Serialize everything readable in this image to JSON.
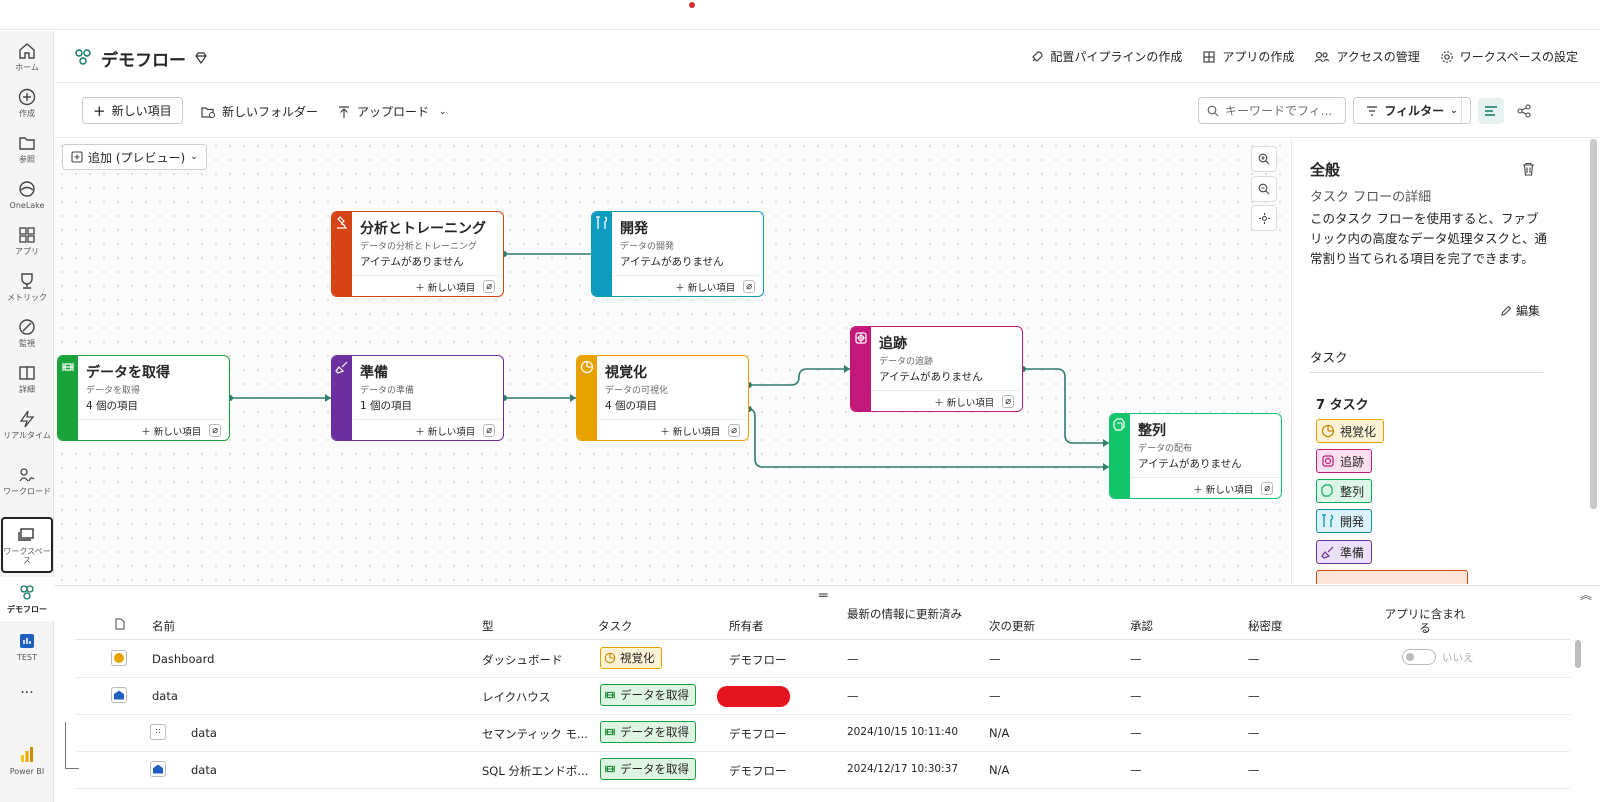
{
  "rail": [
    {
      "label": "ホーム",
      "icon": "home-icon"
    },
    {
      "label": "作成",
      "icon": "create-icon"
    },
    {
      "label": "参照",
      "icon": "browse-icon"
    },
    {
      "label": "OneLake",
      "icon": "onelake-icon"
    },
    {
      "label": "アプリ",
      "icon": "apps-icon"
    },
    {
      "label": "メトリック",
      "icon": "metrics-icon"
    },
    {
      "label": "監視",
      "icon": "monitor-icon"
    },
    {
      "label": "詳細",
      "icon": "details-icon"
    },
    {
      "label": "リアルタイム",
      "icon": "realtime-icon"
    },
    {
      "label": "ワークロード",
      "icon": "workload-icon"
    },
    {
      "label": "ワークスペース",
      "icon": "workspace-icon"
    },
    {
      "label": "デモフロー",
      "icon": "demoflow-icon"
    },
    {
      "label": "TEST",
      "icon": "test-icon"
    },
    {
      "label": "...",
      "icon": "more-icon"
    },
    {
      "label": "Power BI",
      "icon": "powerbi-icon"
    }
  ],
  "header": {
    "title": "デモフロー",
    "actions": [
      "配置パイプラインの作成",
      "アプリの作成",
      "アクセスの管理",
      "ワークスペースの設定"
    ]
  },
  "toolbar": {
    "new_item": "新しい項目",
    "new_folder": "新しいフォルダー",
    "upload": "アップロード",
    "search_placeholder": "キーワードでフィ...",
    "filter": "フィルター"
  },
  "canvas": {
    "add_preview": "追加 (プレビュー)",
    "cards": [
      {
        "title": "分析とトレーニング",
        "sub": "データの分析とトレーニング",
        "count": "アイテムがありません",
        "new": "新しい項目",
        "color": "#d84315"
      },
      {
        "title": "開発",
        "sub": "データの開発",
        "count": "アイテムがありません",
        "new": "新しい項目",
        "color": "#0f9bbf"
      },
      {
        "title": "データを取得",
        "sub": "データを取得",
        "count": "4 個の項目",
        "new": "新しい項目",
        "color": "#1aa33a"
      },
      {
        "title": "準備",
        "sub": "データの準備",
        "count": "1 個の項目",
        "new": "新しい項目",
        "color": "#6b2fa0"
      },
      {
        "title": "視覚化",
        "sub": "データの可視化",
        "count": "4 個の項目",
        "new": "新しい項目",
        "color": "#e8a200"
      },
      {
        "title": "追跡",
        "sub": "データの追跡",
        "count": "アイテムがありません",
        "new": "新しい項目",
        "color": "#c2187a"
      },
      {
        "title": "整列",
        "sub": "データの配布",
        "count": "アイテムがありません",
        "new": "新しい項目",
        "color": "#12c56a"
      }
    ]
  },
  "panel": {
    "title": "全般",
    "detail_heading": "タスク フローの詳細",
    "description": "このタスク フローを使用すると、ファブリック内の高度なデータ処理タスクと、通常割り当てられる項目を完了できます。",
    "edit": "編集",
    "tasks_heading": "タスク",
    "task_count": "7 タスク",
    "tags": [
      {
        "label": "視覚化",
        "color": "#e8a200",
        "bg": "#fff3d6"
      },
      {
        "label": "追跡",
        "color": "#c2187a",
        "bg": "#fde0f0"
      },
      {
        "label": "整列",
        "color": "#12a85a",
        "bg": "#dcf7e8"
      },
      {
        "label": "開発",
        "color": "#0f8fb0",
        "bg": "#dbf2fa"
      },
      {
        "label": "準備",
        "color": "#6b2fa0",
        "bg": "#ece0f7"
      }
    ]
  },
  "table": {
    "headers": [
      "名前",
      "型",
      "タスク",
      "所有者",
      "最新の情報に更新済み",
      "次の更新",
      "承認",
      "秘密度",
      "アプリに含まれる"
    ],
    "rows": [
      {
        "name": "Dashboard",
        "type": "ダッシュボード",
        "task": "視覚化",
        "owner": "デモフロー",
        "refreshed": "—",
        "next": "—",
        "endorse": "—",
        "sens": "—",
        "app": "いいえ"
      },
      {
        "name": "data",
        "type": "レイクハウス",
        "task": "データを取得",
        "owner": "",
        "refreshed": "—",
        "next": "—",
        "endorse": "—",
        "sens": "—",
        "app": ""
      },
      {
        "name": "data",
        "type": "セマンティック モ...",
        "task": "データを取得",
        "owner": "デモフロー",
        "refreshed": "2024/10/15 10:11:40",
        "next": "N/A",
        "endorse": "—",
        "sens": "—",
        "app": ""
      },
      {
        "name": "data",
        "type": "SQL 分析エンドポ...",
        "task": "データを取得",
        "owner": "デモフロー",
        "refreshed": "2024/12/17 10:30:37",
        "next": "N/A",
        "endorse": "—",
        "sens": "—",
        "app": ""
      }
    ]
  }
}
